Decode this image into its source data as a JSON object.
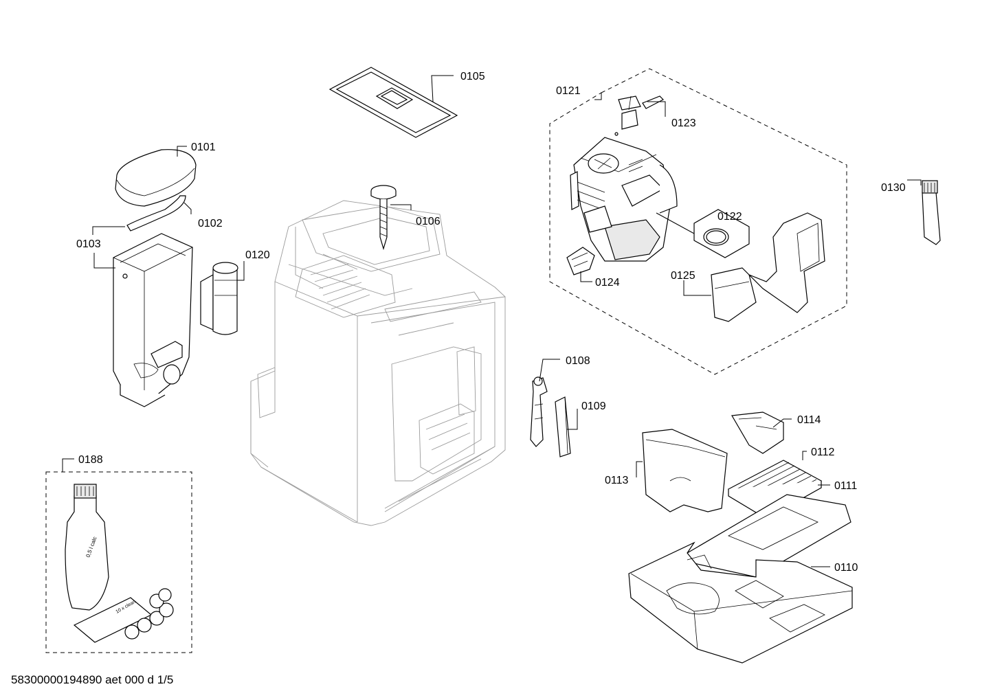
{
  "document_code": "58300000194890 aet 000 d 1/5",
  "labels": {
    "p0101": "0101",
    "p0102": "0102",
    "p0103": "0103",
    "p0105": "0105",
    "p0106": "0106",
    "p0108": "0108",
    "p0109": "0109",
    "p0110": "0110",
    "p0111": "0111",
    "p0112": "0112",
    "p0113": "0113",
    "p0114": "0114",
    "p0120": "0120",
    "p0121": "0121",
    "p0122": "0122",
    "p0123": "0123",
    "p0124": "0124",
    "p0125": "0125",
    "p0130": "0130",
    "p0188": "0188"
  },
  "product_text": {
    "bottle": "0,5 l calc",
    "box": "10 x clean"
  }
}
